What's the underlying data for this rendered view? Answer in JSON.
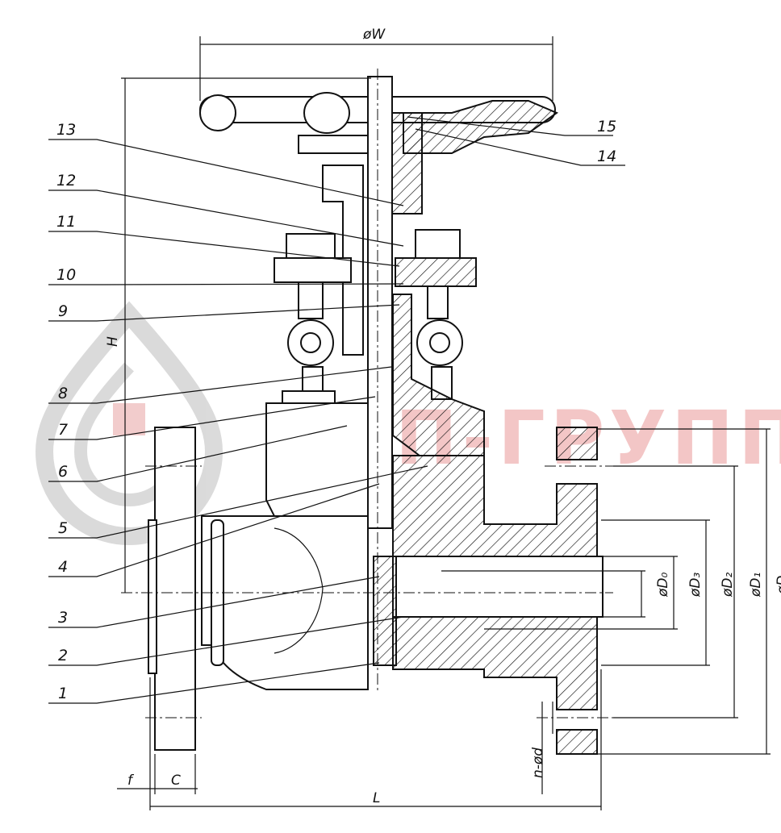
{
  "watermark": {
    "text": "НХП-ГРУПП",
    "color": "#f3c6c6",
    "logo": "drop-logo"
  },
  "part_labels": [
    {
      "id": "1",
      "text": "1"
    },
    {
      "id": "2",
      "text": "2"
    },
    {
      "id": "3",
      "text": "3"
    },
    {
      "id": "4",
      "text": "4"
    },
    {
      "id": "5",
      "text": "5"
    },
    {
      "id": "6",
      "text": "6"
    },
    {
      "id": "7",
      "text": "7"
    },
    {
      "id": "8",
      "text": "8"
    },
    {
      "id": "9",
      "text": "9"
    },
    {
      "id": "10",
      "text": "10"
    },
    {
      "id": "11",
      "text": "11"
    },
    {
      "id": "12",
      "text": "12"
    },
    {
      "id": "13",
      "text": "13"
    },
    {
      "id": "14",
      "text": "14"
    },
    {
      "id": "15",
      "text": "15"
    }
  ],
  "dimensions": {
    "handwheel_diameter": "øW",
    "height": "H",
    "length": "L",
    "flange_thickness": "C",
    "raised_face": "f",
    "bolt_holes": "n-ød",
    "bore": "øD₀",
    "d3": "øD₃",
    "d2": "øD₂",
    "d1": "øD₁",
    "outer": "øD"
  }
}
